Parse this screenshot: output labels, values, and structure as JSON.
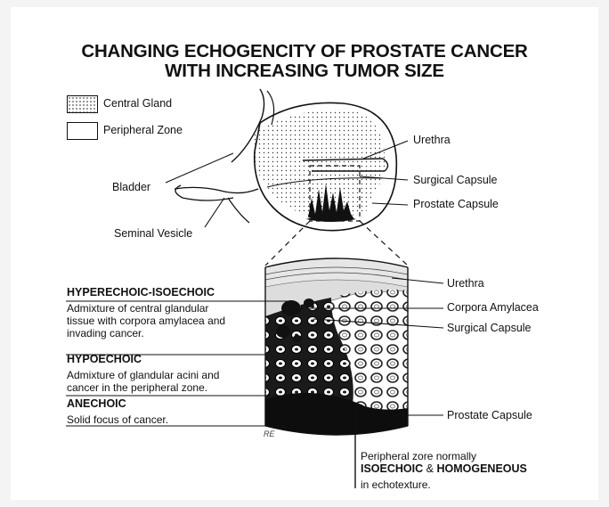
{
  "title": {
    "line1": "CHANGING ECHOGENCITY OF PROSTATE CANCER",
    "line2": "WITH INCREASING TUMOR SIZE"
  },
  "legend": {
    "central_gland": "Central Gland",
    "peripheral_zone": "Peripheral Zone"
  },
  "top_diagram": {
    "bladder": "Bladder",
    "seminal_vesicle": "Seminal Vesicle",
    "urethra": "Urethra",
    "surgical_capsule": "Surgical Capsule",
    "prostate_capsule": "Prostate Capsule"
  },
  "detail_diagram": {
    "urethra": "Urethra",
    "corpora_amylacea": "Corpora Amylacea",
    "surgical_capsule": "Surgical Capsule",
    "prostate_capsule": "Prostate Capsule",
    "signature": "RE"
  },
  "zones": [
    {
      "heading": "HYPERECHOIC-ISOECHOIC",
      "lines": [
        "Admixture of central glandular",
        "tissue with corpora amylacea and",
        "invading cancer."
      ]
    },
    {
      "heading": "HYPOECHOIC",
      "lines": [
        "Admixture of glandular acini and",
        "cancer in the peripheral zone."
      ]
    },
    {
      "heading": "ANECHOIC",
      "lines": [
        "Solid focus of cancer."
      ]
    }
  ],
  "peripheral_note": {
    "line1": "Peripheral zore normally",
    "line2_a": "ISOECHOIC",
    "line2_amp": "&",
    "line2_b": "HOMOGENEOUS",
    "line3": "in echotexture."
  },
  "colors": {
    "ink": "#111111",
    "paper": "#ffffff",
    "background": "#f4f4f4"
  }
}
